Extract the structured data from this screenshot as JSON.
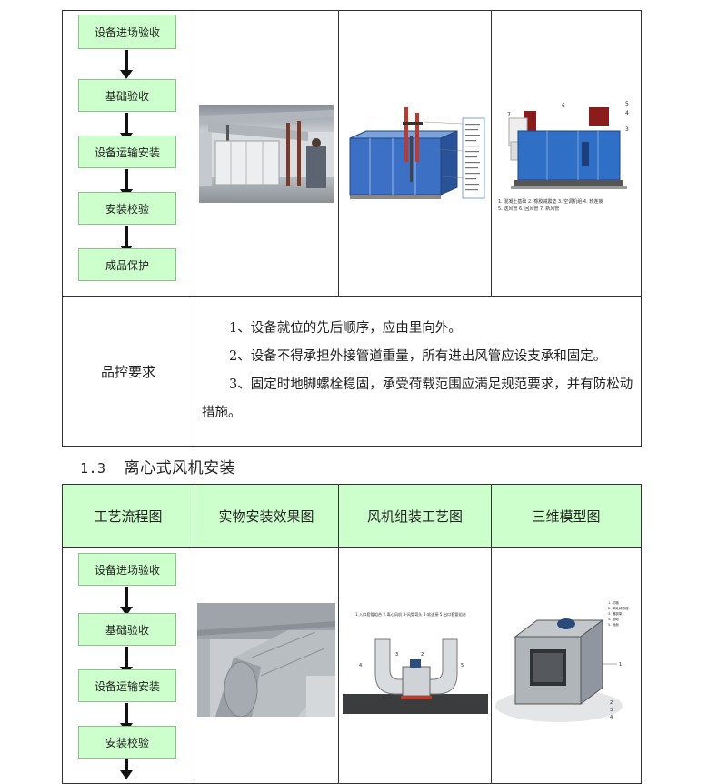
{
  "flow_steps": [
    "设备进场验收",
    "基础验收",
    "设备运输安装",
    "安装校验",
    "成品保护"
  ],
  "quality": {
    "label": "品控要求",
    "items": [
      "1、设备就位的先后顺序，应由里向外。",
      "2、设备不得承担外接管道重量，所有进出风管应设支承和固定。",
      "3、固定时地脚螺栓稳固，承受荷载范围应满足规范要求，并有防松动措施。"
    ]
  },
  "section": {
    "number": "1.3",
    "title": "离心式风机安装"
  },
  "table2": {
    "headers": [
      "工艺流程图",
      "实物安装效果图",
      "风机组装工艺图",
      "三维模型图"
    ],
    "flow_steps": [
      "设备进场验收",
      "基础验收",
      "设备运输安装",
      "安装校验"
    ]
  },
  "diagram_a": {
    "legend": [
      "1. 混凝土基础",
      "2. 橡胶减震垫",
      "3. 空调机组",
      "4. 软连接",
      "5. 送风管",
      "6. 回风管",
      "7. 新风管"
    ],
    "callouts": [
      "7",
      "6",
      "5",
      "4",
      "3"
    ]
  },
  "diagram_b": {
    "caption": "1.入口套管组合  2.离心风机  3-风管弯头  4-软连接  5.出口套管组合",
    "callouts": [
      "4",
      "3",
      "2",
      "5"
    ]
  },
  "model3d": {
    "legend": [
      "1. 机箱",
      "2. 弹簧减振器",
      "3. 槽钢架",
      "4. 基础",
      "5. 地面"
    ],
    "callouts": [
      "1",
      "2",
      "3",
      "4"
    ]
  }
}
